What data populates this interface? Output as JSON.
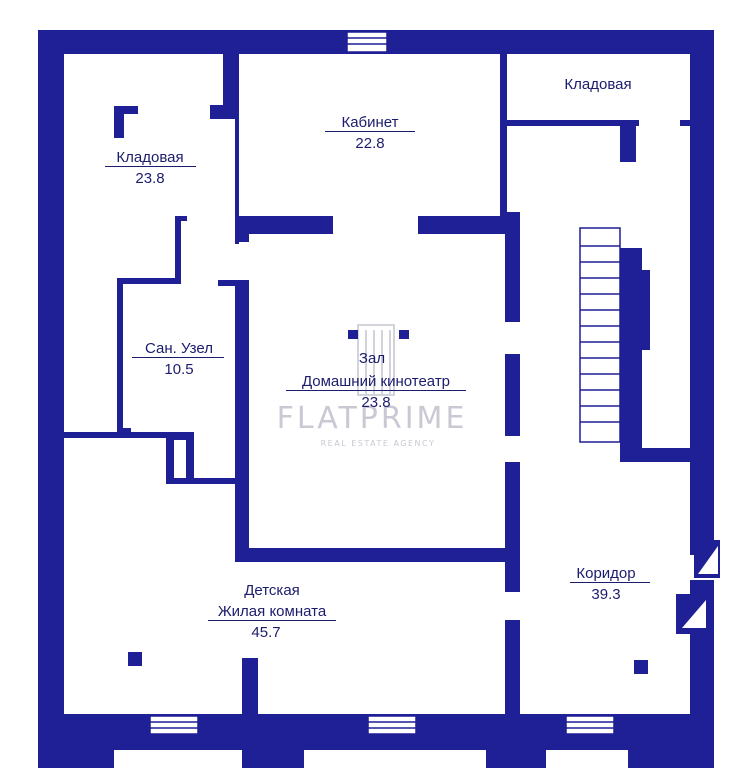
{
  "colors": {
    "wall": "#1f1f96",
    "text": "#1c1c6e",
    "background": "#ffffff",
    "watermark": "#c9c9d4"
  },
  "rooms": {
    "storage_left": {
      "name": "Кладовая",
      "area": "23.8"
    },
    "office": {
      "name": "Кабинет",
      "area": "22.8"
    },
    "storage_right": {
      "name": "Кладовая"
    },
    "bathroom": {
      "name": "Сан. Узел",
      "area": "10.5"
    },
    "hall": {
      "name_line1": "Зал",
      "name_line2": "Домашний кинотеатр",
      "area": "23.8"
    },
    "nursery": {
      "name_line1": "Детская",
      "name_line2": "Жилая комната",
      "area": "45.7"
    },
    "corridor": {
      "name": "Коридор",
      "area": "39.3"
    }
  },
  "watermark": {
    "brand": "FLATPRIME",
    "tagline": "REAL ESTATE AGENCY"
  },
  "icons": {
    "stairs": "stairs-icon",
    "windows": "window-icon",
    "watermark_logo": "building-logo-icon"
  }
}
